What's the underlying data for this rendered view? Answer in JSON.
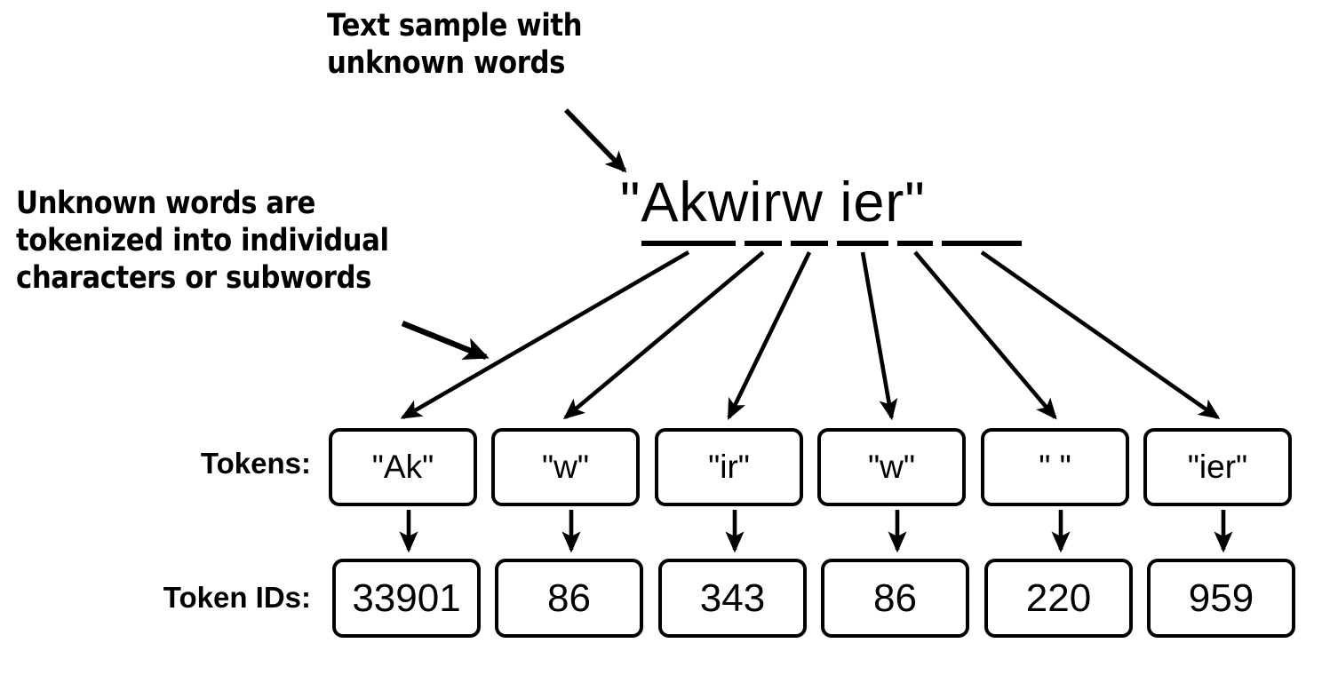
{
  "diagram": {
    "title_text": "\"Akwirw ier\"",
    "callouts": [
      {
        "id": "sample",
        "text": "Text sample with\nunknown words"
      },
      {
        "id": "tokenized",
        "text": "Unknown words are\ntokenized into individual\ncharacters or subwords"
      }
    ],
    "row_labels": {
      "tokens": "Tokens:",
      "token_ids": "Token IDs:"
    },
    "segments": [
      {
        "char_span": "Ak"
      },
      {
        "char_span": "w"
      },
      {
        "char_span": "ir"
      },
      {
        "char_span": "w"
      },
      {
        "char_span": " "
      },
      {
        "char_span": "ier"
      }
    ],
    "tokens": [
      {
        "label": "\"Ak\"",
        "id": "33901"
      },
      {
        "label": "\"w\"",
        "id": "86"
      },
      {
        "label": "\"ir\"",
        "id": "343"
      },
      {
        "label": "\"w\"",
        "id": "86"
      },
      {
        "label": "\" \"",
        "id": "220"
      },
      {
        "label": "\"ier\"",
        "id": "959"
      }
    ],
    "colors": {
      "background": "#ffffff",
      "ink": "#000000",
      "box_fill": "#ffffff",
      "box_stroke": "#000000"
    }
  }
}
